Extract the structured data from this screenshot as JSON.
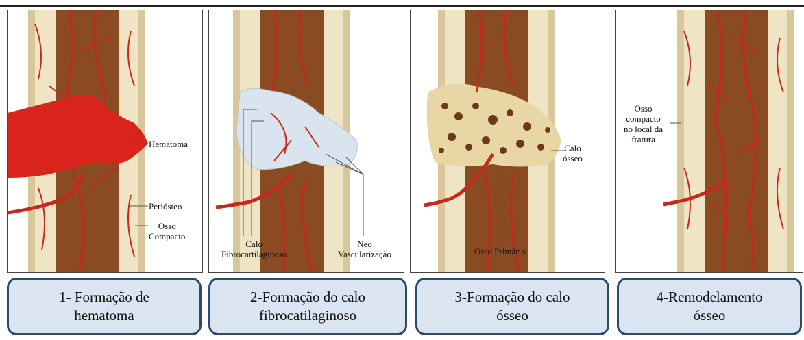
{
  "panels": [
    {
      "labels": {
        "hematoma": "Hematoma",
        "periosteo": "Periósteo",
        "osso_compacto": "Osso\nCompacto"
      }
    },
    {
      "labels": {
        "calo": "Calo\nFibrocartilaginoso",
        "neo": "Neo\nVascularização"
      }
    },
    {
      "labels": {
        "calo_osseo": "Calo\nósseo",
        "osso_primario": "Osso Primário"
      }
    },
    {
      "labels": {
        "osso_compacto_local": "Osso\ncompacto\nno local da\nfratura"
      }
    }
  ],
  "captions": [
    {
      "line1": "1- Formação de",
      "line2": "hematoma"
    },
    {
      "line1": "2-Formação do calo",
      "line2": "fibrocatilaginoso"
    },
    {
      "line1": "3-Formação do calo",
      "line2": "ósseo"
    },
    {
      "line1": "4-Remodelamento",
      "line2": "ósseo"
    }
  ],
  "colors": {
    "bone_outer": "#efe4c4",
    "marrow": "#8a4a22",
    "vessel": "#c8281c",
    "hematoma": "#d8241a",
    "cartilage": "#d9e4ef",
    "caption_bg": "#dbe5f1",
    "caption_border": "#2e4a6b"
  }
}
